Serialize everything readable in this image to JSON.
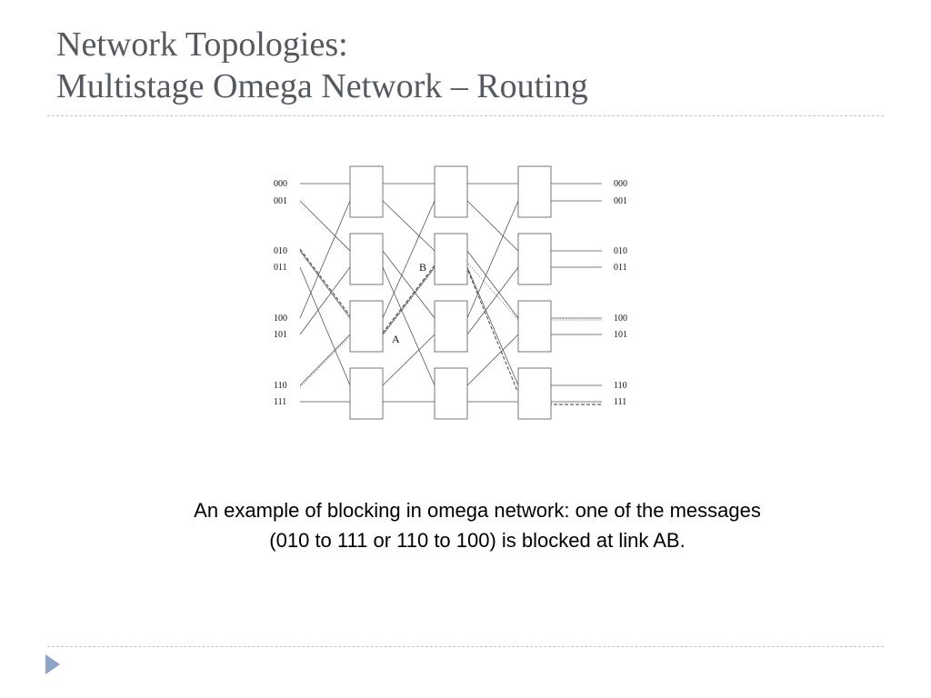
{
  "slide": {
    "title_line1": "Network Topologies:",
    "title_line2": "Multistage Omega Network – Routing",
    "caption_line1": "An example of blocking in omega network: one of the messages",
    "caption_line2": "(010 to 111 or 110 to 100) is blocked at link AB."
  },
  "diagram": {
    "input_labels": [
      "000",
      "001",
      "010",
      "011",
      "100",
      "101",
      "110",
      "111"
    ],
    "output_labels": [
      "000",
      "001",
      "010",
      "011",
      "100",
      "101",
      "110",
      "111"
    ],
    "node_a_label": "A",
    "node_b_label": "B",
    "stages": 3,
    "switches_per_stage": 4,
    "line_color": "#555555",
    "dashed_path": [
      "010",
      "111"
    ],
    "dotted_path": [
      "110",
      "100"
    ]
  }
}
